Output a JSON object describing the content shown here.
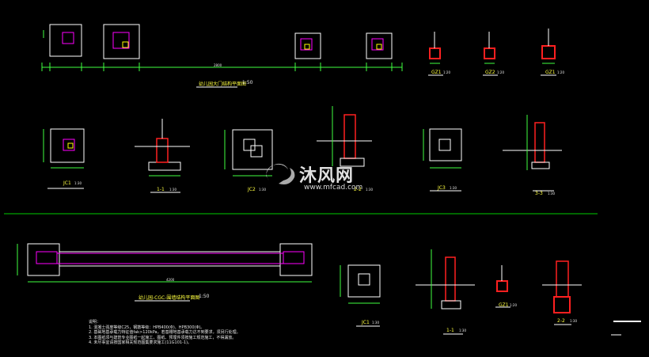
{
  "drawing": {
    "title_top": "幼儿园大门结构平面图",
    "title_top_scale": "1:50",
    "title_bottom": "幼儿园-CGC-围墙结构平面图",
    "title_bottom_scale": "1:50",
    "dim_long_top": "2800",
    "dim_long_bottom": "4200"
  },
  "details": [
    {
      "name": "GZ1",
      "scale": "1:20"
    },
    {
      "name": "GZ2",
      "scale": "1:20"
    },
    {
      "name": "GZ1",
      "scale": "1:20",
      "id": "gz1b"
    },
    {
      "name": "JC1",
      "scale": "1:30"
    },
    {
      "name": "1-1",
      "scale": "1:30"
    },
    {
      "name": "JC2",
      "scale": "1:30"
    },
    {
      "name": "2-2",
      "scale": "1:30"
    },
    {
      "name": "JC3",
      "scale": "1:30"
    },
    {
      "name": "3-3",
      "scale": "1:30"
    },
    {
      "name": "JC1",
      "scale": "1:30",
      "id": "jc1b"
    },
    {
      "name": "1-1",
      "scale": "1:30",
      "id": "s11b"
    },
    {
      "name": "GZ1",
      "scale": "1:20",
      "id": "gz1c"
    },
    {
      "name": "2-2",
      "scale": "1:30",
      "id": "s22b"
    }
  ],
  "notes": {
    "heading": "说明：",
    "lines": [
      "1. 混凝土强度等级C25，钢筋等级：HPB400(Φ)、HPB300(Φ)。",
      "2. 基础地基承载力特征值fak>120kPa，若基槽地基承载力达不到要求，须另行处理。",
      "3. 本图纸须与建筑专业图纸一起施工，图纸、预埋件须按施工规范施工，不得漏放。",
      "4. 未尽事宜请按国家相关规范图集要求施工(11G101-1)。"
    ]
  },
  "watermark": {
    "brand": "沐风网",
    "url": "www.mfcad.com"
  },
  "colors": {
    "outline": "#ffffff",
    "magenta": "#ff00ff",
    "rebar": "#ff2020",
    "dim": "#40ff40",
    "yellow": "#ffff00",
    "separator": "#00cc00"
  }
}
